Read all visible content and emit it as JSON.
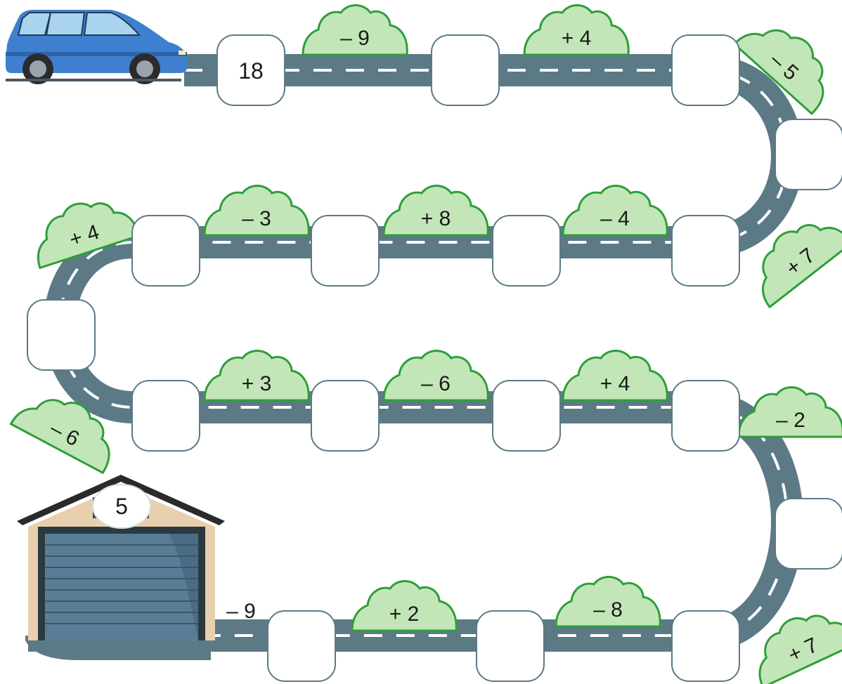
{
  "colors": {
    "road": "#5c7a86",
    "road_dash": "#ffffff",
    "box_fill": "#ffffff",
    "box_stroke": "#5c7a86",
    "bush_fill": "#c3e6b8",
    "bush_stroke": "#2e9e3a",
    "car_body": "#3f7fcf",
    "garage_wall": "#e8cfae",
    "garage_roof": "#2a2a2a",
    "garage_door": "#4b6c85"
  },
  "start_value": "18",
  "end_value": "5",
  "boxes": [
    "18",
    "",
    "",
    "",
    "",
    "",
    "",
    "",
    "",
    "",
    "",
    "",
    "",
    "",
    "",
    "",
    "",
    ""
  ],
  "operations": [
    "– 9",
    "+ 4",
    "– 5",
    "+ 7",
    "– 4",
    "+ 8",
    "– 3",
    "+ 4",
    "– 6",
    "+ 3",
    "– 6",
    "+ 4",
    "– 2",
    "+ 7",
    "– 8",
    "+ 2",
    "– 9"
  ],
  "icons": {
    "car": "car-icon",
    "garage": "garage-icon",
    "bush": "bush-icon"
  }
}
